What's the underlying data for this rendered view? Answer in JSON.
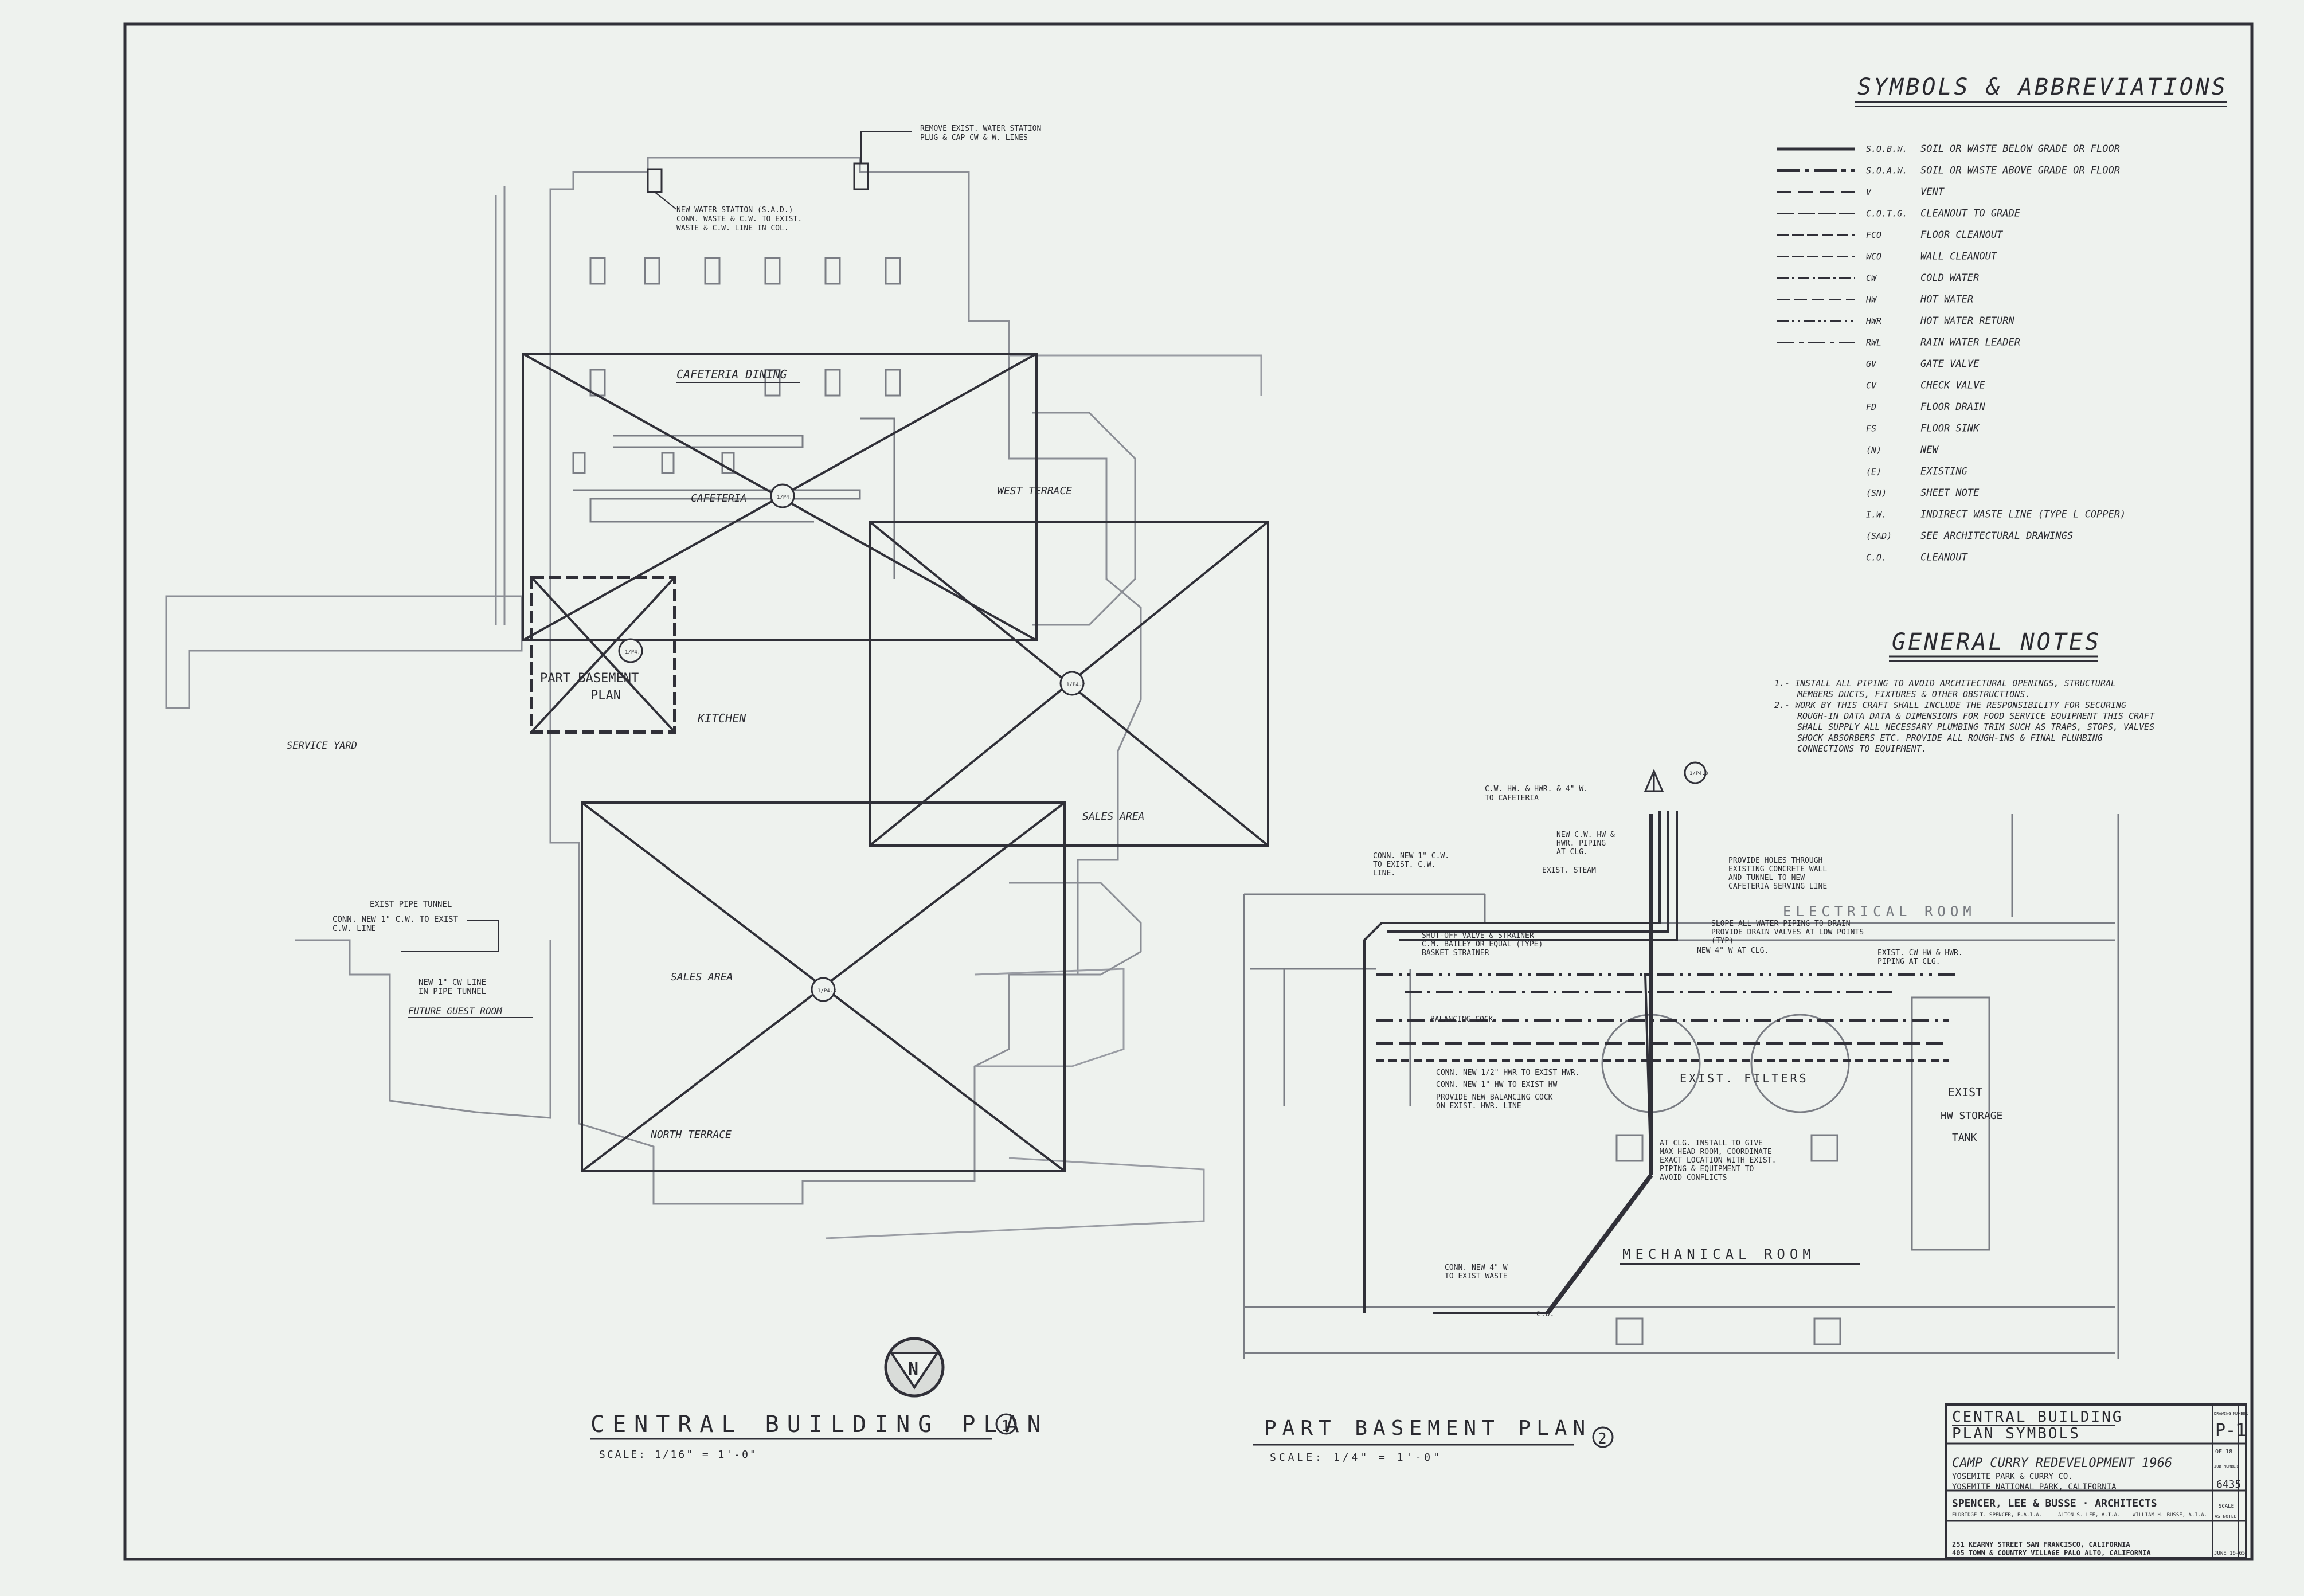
{
  "symbols": {
    "title": "SYMBOLS & ABBREVIATIONS",
    "items": [
      {
        "abbr": "S.O.B.W.",
        "desc": "SOIL OR WASTE BELOW GRADE OR FLOOR"
      },
      {
        "abbr": "S.O.A.W.",
        "desc": "SOIL OR WASTE ABOVE GRADE OR FLOOR"
      },
      {
        "abbr": "V",
        "desc": "VENT"
      },
      {
        "abbr": "C.O.T.G.",
        "desc": "CLEANOUT TO GRADE"
      },
      {
        "abbr": "FCO",
        "desc": "FLOOR CLEANOUT"
      },
      {
        "abbr": "WCO",
        "desc": "WALL CLEANOUT"
      },
      {
        "abbr": "CW",
        "desc": "COLD WATER"
      },
      {
        "abbr": "HW",
        "desc": "HOT WATER"
      },
      {
        "abbr": "HWR",
        "desc": "HOT WATER RETURN"
      },
      {
        "abbr": "RWL",
        "desc": "RAIN WATER LEADER"
      },
      {
        "abbr": "GV",
        "desc": "GATE VALVE"
      },
      {
        "abbr": "CV",
        "desc": "CHECK VALVE"
      },
      {
        "abbr": "FD",
        "desc": "FLOOR DRAIN"
      },
      {
        "abbr": "FS",
        "desc": "FLOOR SINK"
      },
      {
        "abbr": "(N)",
        "desc": "NEW"
      },
      {
        "abbr": "(E)",
        "desc": "EXISTING"
      },
      {
        "abbr": "(SN)",
        "desc": "SHEET NOTE"
      },
      {
        "abbr": "I.W.",
        "desc": "INDIRECT WASTE LINE (TYPE L COPPER)"
      },
      {
        "abbr": "(SAD)",
        "desc": "SEE ARCHITECTURAL DRAWINGS"
      },
      {
        "abbr": "C.O.",
        "desc": "CLEANOUT"
      }
    ]
  },
  "general_notes": {
    "title": "GENERAL NOTES",
    "notes": [
      "1.- INSTALL ALL PIPING TO AVOID ARCHITECTURAL OPENINGS, STRUCTURAL",
      "MEMBERS DUCTS, FIXTURES & OTHER OBSTRUCTIONS.",
      "2.- WORK BY THIS CRAFT SHALL INCLUDE THE RESPONSIBILITY FOR SECURING",
      "ROUGH-IN DATA DATA & DIMENSIONS FOR FOOD SERVICE EQUIPMENT THIS CRAFT",
      "SHALL SUPPLY ALL NECESSARY PLUMBING TRIM SUCH AS TRAPS, STOPS, VALVES",
      "SHOCK ABSORBERS ETC. PROVIDE ALL ROUGH-INS & FINAL PLUMBING",
      "CONNECTIONS TO EQUIPMENT."
    ]
  },
  "plan1": {
    "title": "CENTRAL BUILDING PLAN",
    "number": "1",
    "scale": "SCALE: 1/16\" = 1'-0\"",
    "labels": {
      "cafeteria_dining": "CAFETERIA DINING",
      "cafeteria": "CAFETERIA",
      "west_terrace": "WEST TERRACE",
      "part_basement_plan": "PART BASEMENT",
      "part_basement_plan2": "PLAN",
      "kitchen": "KITCHEN",
      "service_yard": "SERVICE YARD",
      "sales_area1": "SALES AREA",
      "sales_area2": "SALES AREA",
      "north_terrace": "NORTH TERRACE",
      "future_guest_room": "FUTURE GUEST ROOM"
    },
    "notes": {
      "remove_station": [
        "REMOVE EXIST. WATER STATION",
        "PLUG & CAP CW & W. LINES"
      ],
      "new_station": [
        "NEW WATER STATION (S.A.D.)",
        "CONN. WASTE & C.W. TO EXIST.",
        "WASTE & C.W. LINE IN COL."
      ],
      "pipe_tunnel": [
        "EXIST PIPE TUNNEL",
        "CONN. NEW 1\" C.W. TO EXIST",
        "C.W. LINE"
      ],
      "new_cw": [
        "NEW 1\" CW LINE",
        "IN PIPE TUNNEL"
      ]
    },
    "detail_refs": [
      "1/P4.3",
      "1/P4.1",
      "1/P4.2",
      "1/P4.3"
    ],
    "north": "N"
  },
  "plan2": {
    "title": "PART BASEMENT PLAN",
    "number": "2",
    "scale": "SCALE: 1/4\" = 1'-0\"",
    "rooms": {
      "electrical": "ELECTRICAL ROOM",
      "mechanical": "MECHANICAL ROOM"
    },
    "labels": {
      "filters": "EXIST. FILTERS",
      "exist": "EXIST",
      "hw_storage": "HW STORAGE",
      "tank": "TANK"
    },
    "notes": {
      "cw_hw_up": [
        "C.W. HW. & HWR. & 4\" W.",
        "TO CAFETERIA"
      ],
      "new_cw_hw": [
        "NEW C.W. HW &",
        "HWR. PIPING",
        "AT CLG."
      ],
      "exist_steam": "EXIST. STEAM",
      "conn_cw": [
        "CONN. NEW 1\" C.W.",
        "TO EXIST. C.W.",
        "LINE."
      ],
      "provide_holes": [
        "PROVIDE HOLES THROUGH",
        "EXISTING CONCRETE WALL",
        "AND TUNNEL TO NEW",
        "CAFETERIA SERVING LINE"
      ],
      "slope": [
        "SLOPE ALL WATER PIPING TO DRAIN",
        "PROVIDE DRAIN VALVES AT LOW POINTS",
        "(TYP)"
      ],
      "new_4w": "NEW 4\" W AT CLG.",
      "shutoff": [
        "SHUT-OFF VALVE & STRAINER",
        "C.M. BAILEY OR EQUAL (TYPE)",
        "BASKET STRAINER"
      ],
      "exist_cw_hw": [
        "EXIST. CW HW & HWR.",
        "PIPING AT CLG."
      ],
      "balancing": "BALANCING COCK",
      "conn_hwr": "CONN. NEW 1/2\" HWR TO EXIST HWR.",
      "conn_hw": "CONN. NEW 1\" HW TO EXIST HW",
      "provide_balancing": [
        "PROVIDE NEW BALANCING COCK",
        "ON EXIST. HWR. LINE"
      ],
      "at_clg": [
        "AT CLG. INSTALL TO GIVE",
        "MAX HEAD ROOM, COORDINATE",
        "EXACT LOCATION WITH EXIST.",
        "PIPING & EQUIPMENT TO",
        "AVOID CONFLICTS"
      ],
      "conn_4w": [
        "CONN. NEW 4\" W",
        "TO EXIST WASTE"
      ],
      "co": "C.O."
    },
    "detail_ref": "1/P4.3"
  },
  "title_block": {
    "sheet_title": "CENTRAL BUILDING",
    "sheet_subtitle": "PLAN SYMBOLS",
    "project": "CAMP CURRY REDEVELOPMENT 1966",
    "client": "YOSEMITE PARK & CURRY CO.",
    "location": "YOSEMITE NATIONAL PARK, CALIFORNIA",
    "firm": "SPENCER, LEE & BUSSE · ARCHITECTS",
    "partners": [
      "ELDRIDGE T. SPENCER, F.A.I.A.",
      "ALTON S. LEE, A.I.A.",
      "WILLIAM H. BUSSE, A.I.A."
    ],
    "address1": "251 KEARNY STREET    SAN FRANCISCO, CALIFORNIA",
    "address2": "405 TOWN & COUNTRY VILLAGE  PALO ALTO, CALIFORNIA",
    "drawing_number_label": "DRAWING NUMBER",
    "drawing_number": "P-1",
    "sheet_of": "OF 18",
    "job_number_label": "JOB NUMBER",
    "job_number": "6435",
    "scale_label": "SCALE",
    "scale_value": "AS NOTED",
    "date": "JUNE 16-65"
  }
}
